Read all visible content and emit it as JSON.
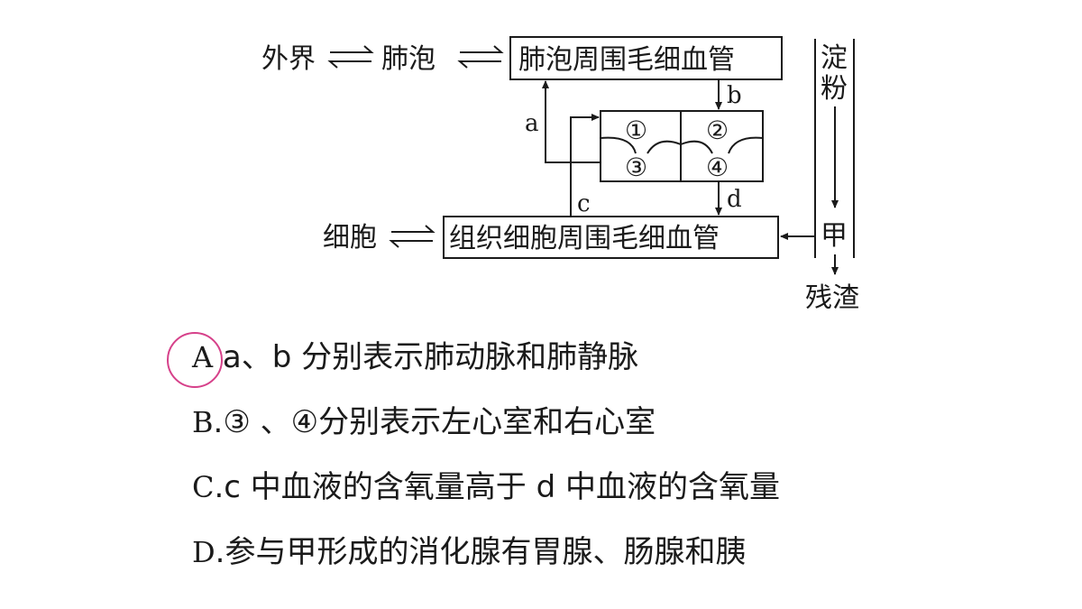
{
  "diagram": {
    "outside": "外界",
    "alveoli": "肺泡",
    "alveolar_capillaries": "肺泡周围毛细血管",
    "cells": "细胞",
    "tissue_capillaries": "组织细胞周围毛细血管",
    "starch": [
      "淀",
      "粉"
    ],
    "jia": "甲",
    "residue": "残渣",
    "arrow_labels": {
      "a": "a",
      "b": "b",
      "c": "c",
      "d": "d"
    },
    "chambers": [
      "①",
      "②",
      "③",
      "④"
    ]
  },
  "options": [
    {
      "letter": "A",
      "sep": "",
      "text": " a、b 分别表示肺动脉和肺静脉"
    },
    {
      "letter": "B",
      "sep": ".",
      "text": "③ 、④分别表示左心室和右心室"
    },
    {
      "letter": "C",
      "sep": ".",
      "text": "c 中血液的含氧量高于 d 中血液的含氧量"
    },
    {
      "letter": "D",
      "sep": ".",
      "text": "参与甲形成的消化腺有胃腺、肠腺和胰"
    }
  ],
  "marked_answer": "A",
  "colors": {
    "ink": "#1a1a1a",
    "mark": "#d6418a"
  }
}
